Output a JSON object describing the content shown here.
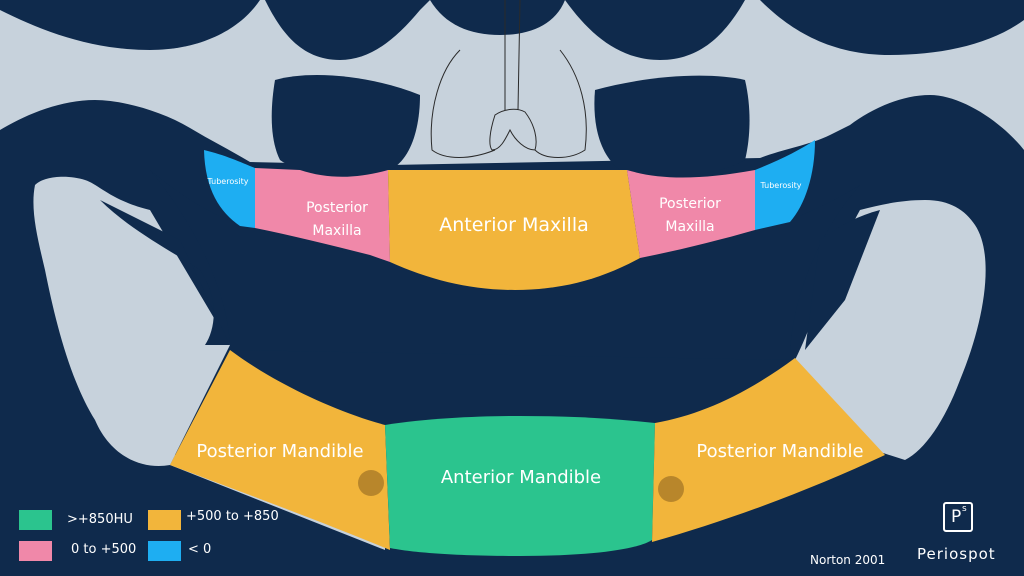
{
  "colors": {
    "background": "#0f2a4c",
    "bone": "#c7d2dc",
    "green": "#2bc48e",
    "orange": "#f2b53b",
    "pink": "#f088a9",
    "blue": "#1eaef2",
    "mental_foramen": "#b8862b"
  },
  "regions": {
    "tuberosity_left": "Tuberosity",
    "tuberosity_right": "Tuberosity",
    "posterior_maxilla_left_line1": "Posterior",
    "posterior_maxilla_left_line2": "Maxilla",
    "posterior_maxilla_right_line1": "Posterior",
    "posterior_maxilla_right_line2": "Maxilla",
    "anterior_maxilla": "Anterior Maxilla",
    "posterior_mandible_left": "Posterior Mandible",
    "posterior_mandible_right": "Posterior Mandible",
    "anterior_mandible": "Anterior Mandible"
  },
  "legend": [
    {
      "label": ">+850HU",
      "color": "#2bc48e"
    },
    {
      "label": "+500 to +850",
      "color": "#f2b53b"
    },
    {
      "label": "0 to +500",
      "color": "#f088a9"
    },
    {
      "label": "< 0",
      "color": "#1eaef2"
    }
  ],
  "credit": "Norton  2001",
  "brand": {
    "name": "Periospot",
    "logo_letter": "P",
    "logo_superscript": "s"
  }
}
